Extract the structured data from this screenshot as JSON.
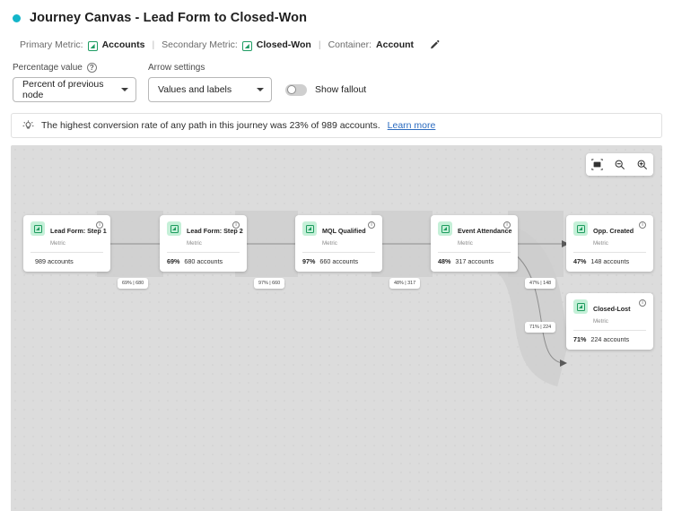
{
  "header": {
    "status_dot_color": "#13b5c9",
    "title": "Journey Canvas - Lead Form to Closed-Won"
  },
  "meta": {
    "primary_metric_label": "Primary Metric:",
    "primary_metric_value": "Accounts",
    "secondary_metric_label": "Secondary Metric:",
    "secondary_metric_value": "Closed-Won",
    "container_label": "Container:",
    "container_value": "Account",
    "separator": "|",
    "edit_icon": "pencil-icon"
  },
  "controls": {
    "percentage_label": "Percentage value",
    "percentage_value": "Percent of previous node",
    "arrow_label": "Arrow settings",
    "arrow_value": "Values and labels",
    "fallout_label": "Show fallout",
    "fallout_on": false
  },
  "banner": {
    "icon": "lightbulb-icon",
    "text": "The highest conversion rate of any path in this journey was 23% of 989 accounts.",
    "link": "Learn more"
  },
  "canvas": {
    "toolbar": [
      {
        "name": "fit-to-screen-icon",
        "label": "Fit to screen"
      },
      {
        "name": "zoom-out-icon",
        "label": "Zoom out"
      },
      {
        "name": "zoom-in-icon",
        "label": "Zoom in"
      }
    ],
    "nodes": [
      {
        "title": "Lead Form: Step 1",
        "subtitle": "Metric",
        "percent": "",
        "count": "989 accounts"
      },
      {
        "title": "Lead Form: Step 2",
        "subtitle": "Metric",
        "percent": "69%",
        "count": "680 accounts"
      },
      {
        "title": "MQL Qualified",
        "subtitle": "Metric",
        "percent": "97%",
        "count": "660 accounts"
      },
      {
        "title": "Event Attendance",
        "subtitle": "Metric",
        "percent": "48%",
        "count": "317 accounts"
      },
      {
        "title": "Opp. Created",
        "subtitle": "Metric",
        "percent": "47%",
        "count": "148 accounts"
      },
      {
        "title": "Closed-Lost",
        "subtitle": "Metric",
        "percent": "71%",
        "count": "224 accounts"
      }
    ],
    "edge_labels": [
      {
        "text": "69% | 680"
      },
      {
        "text": "97% | 660"
      },
      {
        "text": "48% | 317"
      },
      {
        "text": "47% | 148"
      },
      {
        "text": "71% | 224"
      }
    ]
  }
}
